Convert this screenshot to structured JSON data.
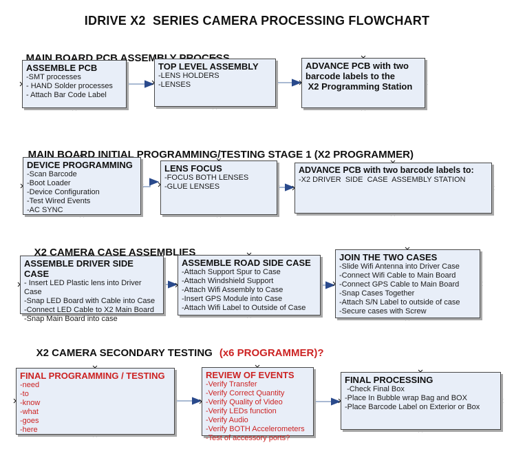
{
  "title": "IDRIVE X2  SERIES CAMERA PROCESSING FLOWCHART",
  "colors": {
    "box_fill": "#e8eef8",
    "box_border": "#474747",
    "box_shadow": "#a8a8a8",
    "accent_red": "#cc2222",
    "connector_line": "#8ca2c4",
    "connector_arrowhead": "#2a4a8c",
    "text": "#1a1a1a"
  },
  "icons": {
    "connection_point": "×",
    "connector": "→"
  },
  "sections": [
    {
      "heading": "MAIN BOARD PCB ASSEMBLY PROCESS",
      "heading_accent": "",
      "boxes": [
        {
          "title": "ASSEMBLE PCB",
          "items": [
            "-SMT processes",
            "- HAND Solder processes",
            "- Attach Bar Code Label"
          ]
        },
        {
          "title": "TOP LEVEL ASSEMBLY",
          "items": [
            "-LENS HOLDERS",
            "-LENSES"
          ]
        },
        {
          "title": "ADVANCE PCB with two",
          "items": [
            "barcode labels to the",
            " X2 Programming Station"
          ]
        }
      ]
    },
    {
      "heading": "MAIN BOARD INITIAL PROGRAMMING/TESTING STAGE 1 (X2 PROGRAMMER)",
      "heading_accent": "",
      "boxes": [
        {
          "title": "DEVICE PROGRAMMING",
          "items": [
            "-Scan Barcode",
            "-Boot Loader",
            "-Device Configuration",
            "-Test Wired Events",
            "-AC SYNC"
          ]
        },
        {
          "title": "LENS FOCUS",
          "items": [
            "-FOCUS BOTH LENSES",
            "-GLUE LENSES"
          ]
        },
        {
          "title": "ADVANCE PCB with two barcode labels to:",
          "items": [
            "-X2 DRIVER  SIDE  CASE  ASSEMBLY STATION"
          ]
        }
      ]
    },
    {
      "heading": "X2 CAMERA CASE ASSEMBLIES",
      "heading_accent": "",
      "boxes": [
        {
          "title": "ASSEMBLE DRIVER SIDE CASE",
          "items": [
            "- Insert LED Plastic lens into Driver Case",
            "-Snap LED Board with Cable into Case",
            "-Connect LED Cable to X2 Main Board",
            "-Snap Main Board into case"
          ]
        },
        {
          "title": "ASSEMBLE ROAD SIDE CASE",
          "items": [
            "-Attach Support Spur to Case",
            "-Attach Windshield Support",
            "-Attach Wifi Assembly to Case",
            "-Insert GPS Module into Case",
            "-Attach Wifi Label to Outside of Case"
          ]
        },
        {
          "title": "JOIN THE TWO CASES",
          "items": [
            "-Slide Wifi Antenna into Driver Case",
            "-Connect Wifi Cable to Main Board",
            "-Connect GPS Cable to Main Board",
            "-Snap Cases Together",
            "-Attach S/N Label to outside of case",
            "-Secure cases with Screw"
          ]
        }
      ]
    },
    {
      "heading": "X2 CAMERA SECONDARY TESTING",
      "heading_accent": "(x6 PROGRAMMER)?",
      "boxes": [
        {
          "title": "FINAL PROGRAMMING / TESTING",
          "items": [
            "-need",
            "-to",
            "-know",
            "-what",
            "-goes",
            "-here"
          ]
        },
        {
          "title": "REVIEW OF EVENTS",
          "items": [
            "-Verify Transfer",
            "-Verify Correct Quantity",
            "-Verify Quality of Video",
            "-Verify LEDs function",
            "-Verify Audio",
            "-Verify BOTH Accelerometers",
            "-Test of accessory ports?"
          ]
        },
        {
          "title": "FINAL PROCESSING",
          "items": [
            " -Check Final Box",
            "-Place In Bubble wrap Bag and BOX",
            "-Place Barcode Label on Exterior or Box"
          ]
        }
      ]
    }
  ]
}
